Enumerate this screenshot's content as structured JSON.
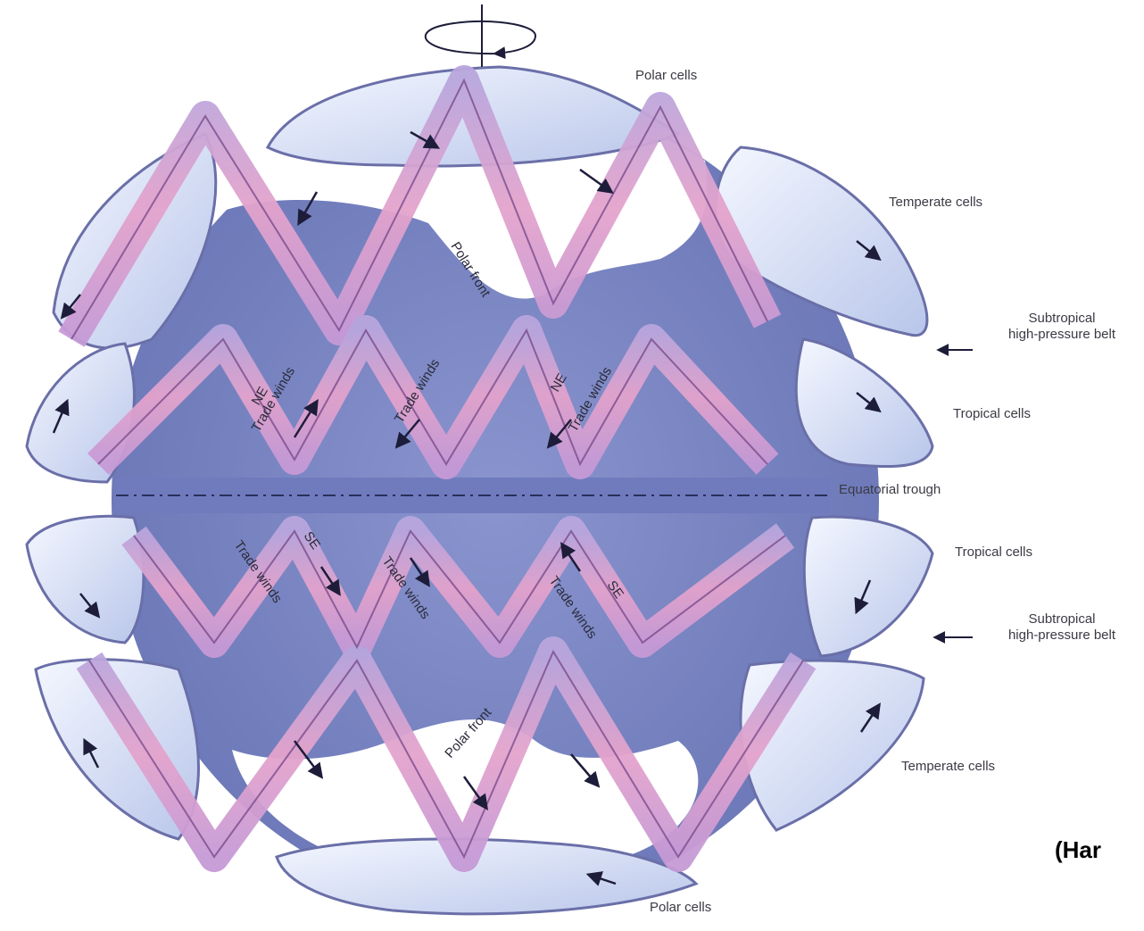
{
  "labels": {
    "polar_top": "Polar cells",
    "temperate_top": "Temperate cells",
    "subtropical_top_1": "Subtropical",
    "subtropical_top_2": "high-pressure belt",
    "tropical_top": "Tropical cells",
    "equatorial": "Equatorial trough",
    "tropical_bottom": "Tropical cells",
    "subtropical_bottom_1": "Subtropical",
    "subtropical_bottom_2": "high-pressure belt",
    "temperate_bottom": "Temperate cells",
    "polar_bottom": "Polar cells",
    "polar_front_top": "Polar front",
    "polar_front_bottom": "Polar front",
    "ne_trade_1a": "NE",
    "ne_trade_1b": "Trade winds",
    "ne_trade_2": "Trade winds",
    "ne_trade_3a": "NE",
    "ne_trade_3b": "Trade winds",
    "se_trade_1a": "SE",
    "se_trade_1b": "Trade winds",
    "se_trade_2": "Trade winds",
    "se_trade_3a": "SE",
    "se_trade_3b": "Trade winds"
  },
  "credit": "(Har",
  "colors": {
    "globe": "#7a86c4",
    "globe_dark": "#6470b0",
    "cell_fill": "#dbe3f5",
    "cell_edge": "#6a6fa8",
    "ribbon": "#d894c3",
    "ribbon_edge": "#8a5a9a",
    "ice": "#ffffff",
    "arrow": "#1d1d3a"
  },
  "icons": [
    "rotation-arrow-icon",
    "flow-arrow-icon",
    "pointer-arrow-icon"
  ]
}
